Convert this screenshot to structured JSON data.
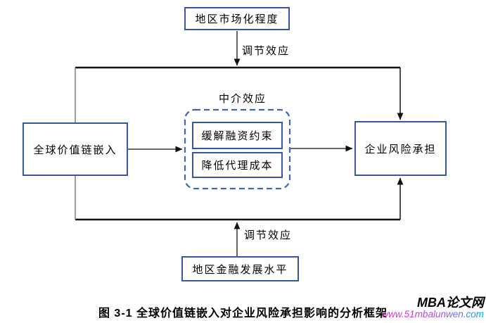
{
  "diagram": {
    "nodes": {
      "top": {
        "label": "地区市场化程度"
      },
      "left": {
        "label": "全球价值链嵌入"
      },
      "right": {
        "label": "企业风险承担"
      },
      "bottom": {
        "label": "地区金融发展水平"
      },
      "mediator1": {
        "label": "缓解融资约束"
      },
      "mediator2": {
        "label": "降低代理成本"
      }
    },
    "labels": {
      "mediation": "中介效应",
      "moderation_top": "调节效应",
      "moderation_bottom": "调节效应"
    }
  },
  "caption": "图 3-1 全球价值链嵌入对企业风险承担影响的分析框架",
  "watermark": {
    "site_name": "MBA论文网",
    "site_url": "www.51mbalunwen.com"
  },
  "colors": {
    "box_border": "#35599e",
    "dashed_border": "#3d66b5",
    "line": "#111111",
    "gray_line": "#7f7f7f",
    "wm_start": "#e428c8",
    "wm_end": "#00aadf"
  }
}
